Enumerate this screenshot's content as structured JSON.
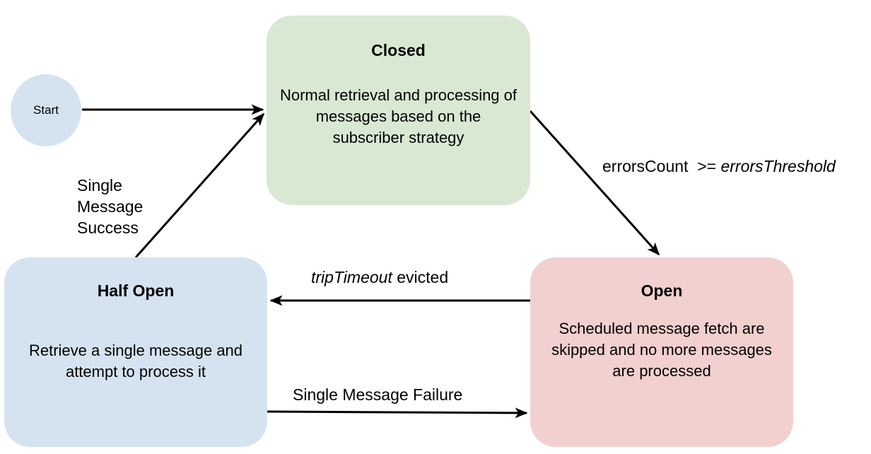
{
  "nodes": {
    "start": {
      "label": "Start"
    },
    "closed": {
      "title": "Closed",
      "description": "Normal retrieval and processing of messages based on the subscriber strategy"
    },
    "half_open": {
      "title": "Half Open",
      "description": "Retrieve a single message and attempt to process it"
    },
    "open": {
      "title": "Open",
      "description": "Scheduled message fetch are skipped and no more messages are processed"
    }
  },
  "edges": {
    "start_to_closed": {},
    "closed_to_open": {
      "label_plain": "errorsCount  >= ",
      "label_italic": "errorsThreshold"
    },
    "open_to_half_open": {
      "label_italic": "tripTimeout",
      "label_plain": " evicted"
    },
    "half_open_to_open": {
      "label": "Single Message Failure"
    },
    "half_open_to_closed": {
      "label": "Single Message Success"
    }
  },
  "colors": {
    "closed_fill": "#d9e8d3",
    "half_open_fill": "#d5e3f1",
    "open_fill": "#f1d0cf",
    "start_fill": "#d5e3f1",
    "edge": "#000000"
  }
}
